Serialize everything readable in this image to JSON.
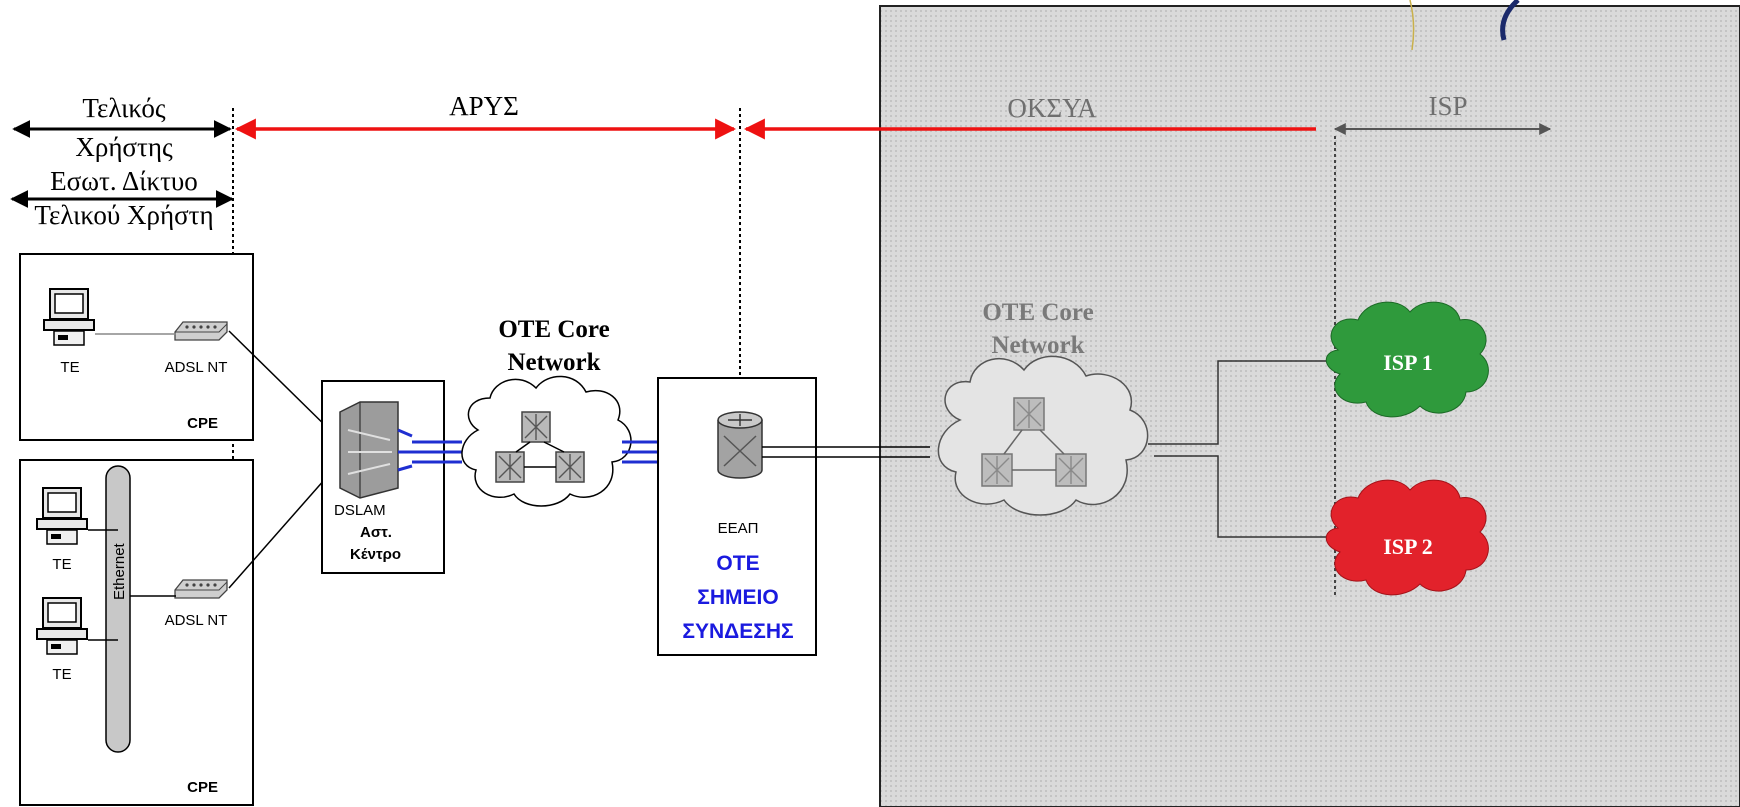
{
  "labels": {
    "end_user": [
      "Τελικός",
      "Χρήστης"
    ],
    "end_user_net": [
      "Εσωτ. Δίκτυο",
      "Τελικού Χρήστη"
    ],
    "arys": "ΑΡΥΣ",
    "oksya": "ΟΚΣΥΑ",
    "isp": "ISP"
  },
  "cpe_top": {
    "te": "TE",
    "modem": "ADSL NT",
    "cpe": "CPE"
  },
  "cpe_bottom": {
    "te1": "TE",
    "te2": "TE",
    "ethernet": "Ethernet",
    "modem": "ADSL NT",
    "cpe": "CPE"
  },
  "dslam": {
    "name": "DSLAM",
    "sub": [
      "Αστ.",
      "Κέντρο"
    ]
  },
  "core_left": {
    "title": [
      "OTE Core",
      "Network"
    ]
  },
  "eeap": {
    "name": "ΕΕΑΠ",
    "blue": [
      "OTE",
      "ΣΗΜΕΙΟ",
      "ΣΥΝΔΕΣΗΣ"
    ]
  },
  "core_right": {
    "title": [
      "OTE Core",
      "Network"
    ]
  },
  "isp1": "ISP 1",
  "isp2": "ISP 2",
  "colors": {
    "arrow_red": "#ee1111",
    "isp1_green": "#2f9a3c",
    "isp2_red": "#e2222b",
    "blue_lines": "#1f2fd1",
    "grey_panel": "#d6d6d6"
  }
}
